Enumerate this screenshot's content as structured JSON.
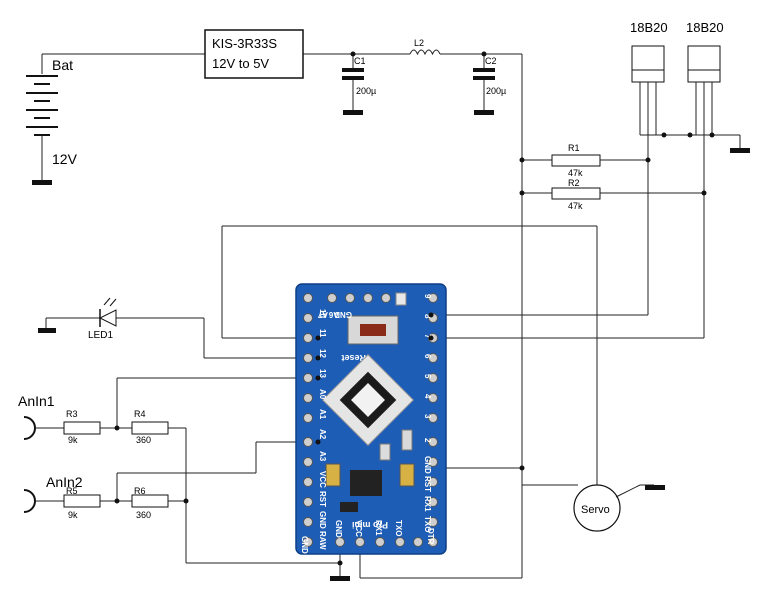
{
  "labels": {
    "bat": "Bat",
    "bat_voltage": "12V",
    "regulator_name": "KIS-3R33S",
    "regulator_desc": "12V to 5V",
    "c1": "C1",
    "c1_value": "200µ",
    "l2": "L2",
    "c2": "C2",
    "c2_value": "200µ",
    "sensor1": "18B20",
    "sensor2": "18B20",
    "r1": "R1",
    "r1_value": "47k",
    "r2": "R2",
    "r2_value": "47k",
    "led": "LED1",
    "anin1": "AnIn1",
    "anin2": "AnIn2",
    "r3": "R3",
    "r3_value": "9k",
    "r4": "R4",
    "r4_value": "360",
    "r5": "R5",
    "r5_value": "9k",
    "r6": "R6",
    "r6_value": "360",
    "servo": "Servo"
  },
  "board": {
    "pins_top": [
      "GND",
      "A6",
      "A7"
    ],
    "pins_left": [
      "10",
      "11",
      "12",
      "13",
      "A0",
      "A1",
      "A2",
      "A3",
      "VCC",
      "RST",
      "GND",
      "RAW"
    ],
    "pins_right": [
      "9",
      "8",
      "7",
      "6",
      "5",
      "4",
      "3",
      "2",
      "GND",
      "RST",
      "RX1",
      "TXO"
    ],
    "pins_bottom": [
      "GND",
      "GND",
      "VCC",
      "RX1",
      "TXO",
      "DTR"
    ],
    "reset_label": "Reset",
    "model_label": "Pro mini"
  }
}
